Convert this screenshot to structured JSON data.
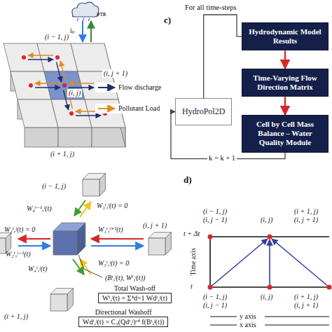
{
  "diagram": {
    "nodes": [
      {
        "text": [
          "HydroPol2D"
        ]
      },
      {
        "text": [
          "Hydrodynamic Model Results"
        ]
      },
      {
        "text": [
          "Time-Varying Flow Direction Matrix"
        ]
      },
      {
        "text": [
          "Cell by Cell Mass Balance – Water Quality Module"
        ]
      },
      {
        "text": [
          "Total Wash-off",
          "Wⁱ,ʲ(t) = Σ⁴d=1 Wdⁱ,ʲ(t)"
        ]
      },
      {
        "text": [
          "Directional Washoff",
          "Wdⁱ,ʲ(t) = C₃(Qdⁱ,ʲ)ᶜ⁴ f(Bⁱ,ʲ(t))"
        ]
      }
    ],
    "edges": [
      {
        "from": 0,
        "to": 1,
        "label": "For all time-steps",
        "arrow": "none"
      },
      {
        "from": 1,
        "to": 2,
        "arrow": "to"
      },
      {
        "from": 2,
        "to": 3,
        "arrow": "to"
      },
      {
        "from": 3,
        "to": 0,
        "label": "k = k + 1",
        "arrow": "to"
      }
    ],
    "labels": [
      "iₚ",
      "eᴛʀ",
      "(i − 1, j)",
      "(i, j + 1)",
      "(i, j)",
      "(i + 1, j)",
      "c)",
      "(i − 1, j)",
      "W₄ⁱ⁻¹,ʲ(t)",
      "W₃ⁱ,ʲ(t) = 0",
      "W₁ⁱ,ʲ(t) = 0",
      "W₁ⁱ,ʲ⁺¹(t)",
      "(i, j + 1)",
      "W₂ⁱ,ʲ⁻¹(t)",
      "W₄ⁱ,ʲ(t)",
      "W₃ⁱ,ʲ(t) = 0",
      "(Bⁱ,ʲ(t), Wⁱ,ʲ(t))",
      "(i + 1, j)",
      "d)",
      "(i − 1, j)",
      "(i, j − 1)",
      "(i, j)",
      "(i + 1, j)",
      "(i, j + 1)",
      "t + Δt",
      "Time axis",
      "t",
      "(i − 1, j)",
      "(i, j − 1)",
      "(i, j)",
      "(i + 1, j)",
      "(i, j + 1)",
      "y axis",
      "x axis"
    ],
    "legend": [
      {
        "text": "Flow discharge"
      },
      {
        "text": "Pollutant Load"
      }
    ]
  }
}
